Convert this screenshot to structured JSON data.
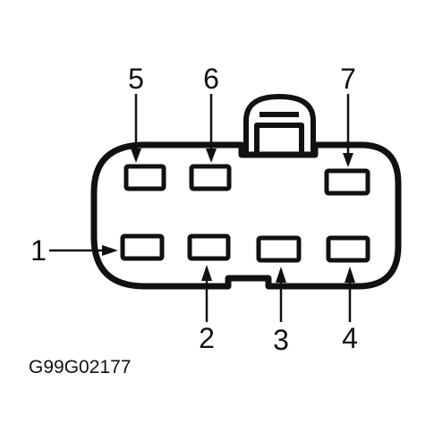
{
  "pin_labels": {
    "p1": "1",
    "p2": "2",
    "p3": "3",
    "p4": "4",
    "p5": "5",
    "p6": "6",
    "p7": "7"
  },
  "reference_code": "G99G02177",
  "colors": {
    "line": "#111111",
    "background": "#ffffff"
  }
}
